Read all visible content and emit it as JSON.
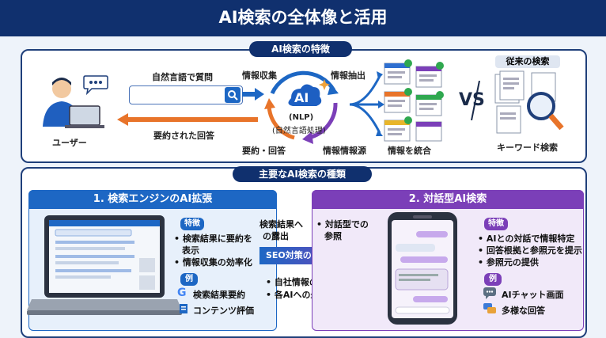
{
  "title": "AI検索の全体像と活用",
  "top_panel": {
    "heading": "AI検索の特徴",
    "user_label": "ユーザー",
    "query_label": "自然言語で質問",
    "answer_label": "要約された回答",
    "step_collect": "情報収集",
    "step_extract": "情報抽出",
    "step_source": "情報情報源",
    "step_answer": "要約・回答",
    "step_integrate": "情報を統合",
    "ai_center": "AI",
    "ai_nlp": "(NLP)",
    "ai_nlp_jp": "(自然言語処理)",
    "vs": "VS",
    "legacy_title": "従来の検索",
    "legacy_label": "キーワード検索"
  },
  "types_panel": {
    "heading": "主要なAI検索の種類",
    "card1": {
      "title": "1. 検索エンジンのAI拡張",
      "feature_tag": "特徴",
      "features": [
        "検索結果に要約を",
        "表示",
        "情報収集の効率化"
      ],
      "example_tag": "例",
      "examples": [
        "検索結果要約",
        "コンテンツ評価"
      ]
    },
    "center": {
      "exposure": [
        "検索結果へ",
        "の露出"
      ],
      "seo": "SEO対策のポイント",
      "seo_points": [
        "自社情報の最適化",
        "各AIへの最適化"
      ],
      "dialog": [
        "対話型での",
        "参照"
      ]
    },
    "card2": {
      "title": "2. 対話型AI検索",
      "feature_tag": "特徴",
      "features": [
        "AIとの対話で情報特定",
        "回答根拠と参照元を提示",
        "参照元の提供"
      ],
      "example_tag": "例",
      "examples": [
        "AIチャット画面",
        "多様な回答"
      ]
    }
  },
  "colors": {
    "navy": "#10306e",
    "blue": "#1d67c4",
    "orange": "#e8742a",
    "purple": "#7b3fb8",
    "green": "#2fa84f"
  }
}
